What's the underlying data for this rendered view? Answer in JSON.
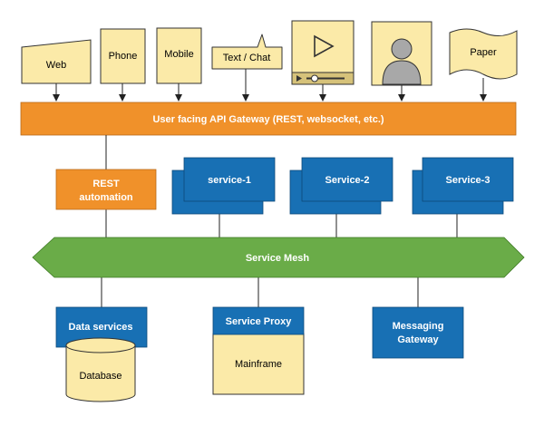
{
  "colors": {
    "client_fill": "#fbeaa8",
    "client_stroke": "#333333",
    "gateway": "#f0912a",
    "service": "#1870b4",
    "mesh": "#6aac48",
    "line": "#222222"
  },
  "clients": {
    "web": "Web",
    "phone": "Phone",
    "mobile": "Mobile",
    "chat": "Text / Chat",
    "video_icon": "video-player-icon",
    "user_icon": "user-avatar-icon",
    "paper": "Paper"
  },
  "gateway": {
    "label": "User facing API Gateway (REST, websocket, etc.)"
  },
  "services": {
    "rest_line1": "REST",
    "rest_line2": "automation",
    "service1": "service-1",
    "service2": "Service-2",
    "service3": "Service-3"
  },
  "mesh": {
    "label": "Service Mesh"
  },
  "backends": {
    "data_services": "Data services",
    "database": "Database",
    "service_proxy": "Service Proxy",
    "mainframe": "Mainframe",
    "messaging_line1": "Messaging",
    "messaging_line2": "Gateway"
  }
}
